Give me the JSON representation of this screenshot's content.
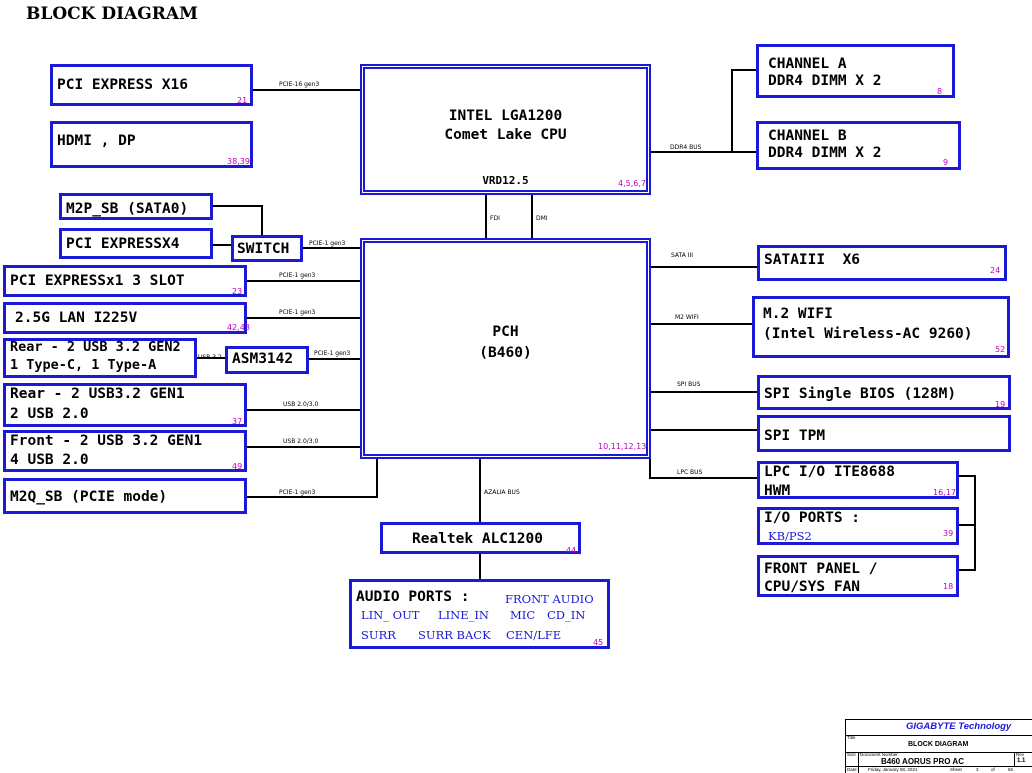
{
  "title": "BLOCK DIAGRAM",
  "cpu": {
    "line1": "INTEL LGA1200",
    "line2": "Comet Lake CPU",
    "vrd": "VRD12.5",
    "pages": "4,5,6,7"
  },
  "pch": {
    "line1": "PCH",
    "line2": "(B460)",
    "pages": "10,11,12,13"
  },
  "pcie_x16": {
    "label": "PCI EXPRESS X16",
    "page": "21",
    "bus": "PCIE-16 gen3"
  },
  "hdmi": {
    "label": "HDMI , DP",
    "page": "38,39"
  },
  "m2p": {
    "label": "M2P_SB (SATA0)"
  },
  "pcie_x4": {
    "label": "PCI EXPRESSX4"
  },
  "switch": {
    "label": "SWITCH",
    "bus": "PCIE-1 gen3"
  },
  "pcie_x1": {
    "label": "PCI EXPRESSx1 3 SLOT",
    "page": "23",
    "bus": "PCIE-1 gen3"
  },
  "lan": {
    "label": "2.5G LAN I225V",
    "page": "42,43",
    "bus": "PCIE-1 gen3"
  },
  "rear_gen2": {
    "line1": "Rear - 2 USB 3.2 GEN2",
    "line2": "1 Type-C, 1 Type-A"
  },
  "asm": {
    "label": "ASM3142",
    "bus_left": "USB 3.2",
    "bus_right": "PCIE-1 gen3"
  },
  "rear_gen1": {
    "line1": "Rear - 2 USB3.2 GEN1",
    "line2": "2 USB 2.0",
    "page": "37",
    "bus": "USB 2.0/3.0"
  },
  "front_gen1": {
    "line1": "Front - 2 USB 3.2 GEN1",
    "line2": "4 USB 2.0",
    "page": "49",
    "bus": "USB 2.0/3.0"
  },
  "m2q": {
    "label": "M2Q_SB (PCIE mode)",
    "bus": "PCIE-1 gen3"
  },
  "chan_a": {
    "line1": "CHANNEL A",
    "line2": "DDR4 DIMM X 2",
    "page": "8"
  },
  "chan_b": {
    "line1": "CHANNEL B",
    "line2": "DDR4 DIMM X 2",
    "page": "9"
  },
  "ddr4_bus": "DDR4 BUS",
  "fdi": "FDI",
  "dmi": "DMI",
  "sata": {
    "label": "SATAIII  X6",
    "page": "24",
    "bus": "SATA III"
  },
  "wifi": {
    "line1": "M.2 WIFI",
    "line2": "(Intel Wireless-AC 9260)",
    "page": "52",
    "bus": "M2 WIFI"
  },
  "spi_bios": {
    "label": "SPI Single BIOS (128M)",
    "page": "19",
    "bus": "SPI BUS"
  },
  "spi_tpm": {
    "label": "SPI TPM"
  },
  "lpc": {
    "line1": "LPC I/O ITE8688",
    "line2": "HWM",
    "page": "16,17",
    "bus": "LPC BUS"
  },
  "io_ports": {
    "line1": "I/O PORTS :",
    "sub": "KB/PS2",
    "page": "39"
  },
  "front_panel": {
    "line1": "FRONT PANEL /",
    "line2": "CPU/SYS FAN",
    "page": "18"
  },
  "realtek": {
    "label": "Realtek ALC1200",
    "page": "44",
    "bus": "AZALIA BUS"
  },
  "audio": {
    "head": "AUDIO PORTS :",
    "front": "FRONT AUDIO",
    "row1": [
      "LIN_ OUT",
      "LINE_IN",
      "MIC",
      "CD_IN"
    ],
    "row2": [
      "SURR",
      "SURR BACK",
      "CEN/LFE"
    ],
    "page": "45"
  },
  "title_block": {
    "company": "GIGABYTE Technology",
    "doc_title": "BLOCK DIAGRAM",
    "model": "B460 AORUS PRO AC",
    "rev": "1.1",
    "title_lbl": "Title",
    "size_lbl": "Size",
    "docnum_lbl": "Document Number",
    "rev_lbl": "Rev",
    "date_lbl": "Date:",
    "date": "Friday, January 08, 2021",
    "sheet_lbl": "Sheet",
    "sheet": "3",
    "of": "of",
    "total": "65"
  },
  "colors": {
    "box": "#1a1ad6",
    "page_ref": "#c000c0",
    "title_company": "#1a1ad6"
  }
}
